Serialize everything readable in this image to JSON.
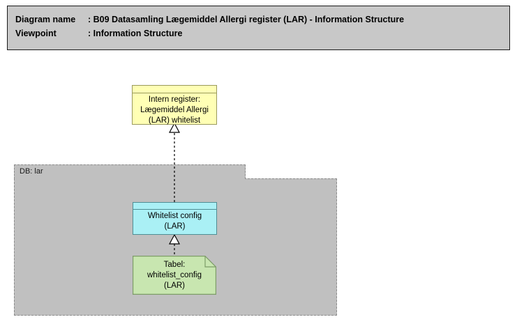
{
  "header": {
    "line1_key": "Diagram name",
    "line1_sep": ": ",
    "line1_value": "B09 Datasamling Lægemiddel Allergi register (LAR) - Information Structure",
    "line2_key": "Viewpoint",
    "line2_sep": ": ",
    "line2_value": "Information Structure"
  },
  "diagram": {
    "nodes": [
      {
        "id": "intern-register",
        "label": "Intern register:\nLægemiddel Allergi\n(LAR) whitelist",
        "shape": "rectangle-with-header",
        "fill": "#ffffb5",
        "stroke": "#9a9a5c"
      },
      {
        "id": "whitelist-config",
        "label": "Whitelist config\n(LAR)",
        "shape": "rectangle-with-header",
        "fill": "#aaf0f5",
        "stroke": "#4f8e94"
      },
      {
        "id": "tabel-whitelist-config",
        "label": "Tabel:\nwhitelist_config\n(LAR)",
        "shape": "document-folded-corner",
        "fill": "#c8e6b0",
        "stroke": "#7d9c68"
      }
    ],
    "groups": [
      {
        "id": "db-lar",
        "label": "DB: lar",
        "fill": "#c0c0c0",
        "stroke": "#8c8c8c",
        "border_style": "dashed"
      }
    ],
    "connectors": [
      {
        "id": "realization-config-to-register",
        "from": "whitelist-config",
        "to": "intern-register",
        "line_style": "dashed",
        "arrowhead": "hollow-triangle",
        "stroke": "#000000"
      },
      {
        "id": "realization-tabel-to-config",
        "from": "tabel-whitelist-config",
        "to": "whitelist-config",
        "line_style": "dashed",
        "arrowhead": "hollow-triangle",
        "stroke": "#000000"
      }
    ]
  }
}
